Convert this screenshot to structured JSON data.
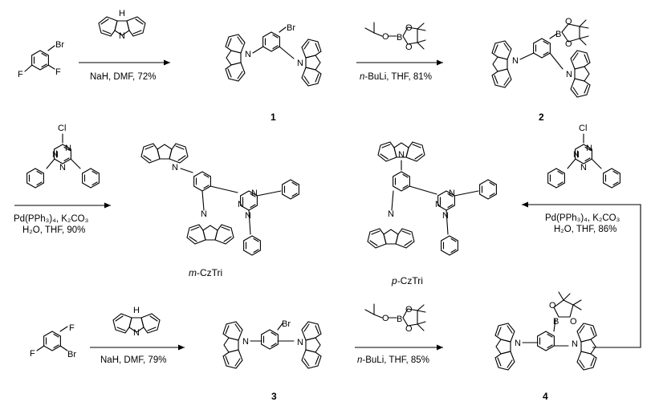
{
  "colors": {
    "ink": "#000000",
    "background": "#ffffff"
  },
  "atoms": {
    "br": "Br",
    "f": "F",
    "n": "N",
    "h": "H",
    "b": "B",
    "o": "O",
    "cl": "Cl"
  },
  "steps": [
    {
      "conditions": "NaH, DMF, 72%"
    },
    {
      "conditions_prefix": "n",
      "conditions": "-BuLi, THF, 81%"
    },
    {
      "line1": "Pd(PPh₃)₄, K₂CO₃",
      "line2": "H₂O, THF, 90%"
    },
    {
      "line1": "Pd(PPh₃)₄, K₂CO₃",
      "line2": "H₂O, THF, 86%"
    },
    {
      "conditions": "NaH, DMF, 79%"
    },
    {
      "conditions_prefix": "n",
      "conditions": "-BuLi, THF, 85%"
    }
  ],
  "compounds": {
    "c1": "1",
    "c2": "2",
    "c3": "3",
    "c4": "4",
    "m_prefix": "m",
    "m_name": "-CzTri",
    "p_prefix": "p",
    "p_name": "-CzTri"
  }
}
